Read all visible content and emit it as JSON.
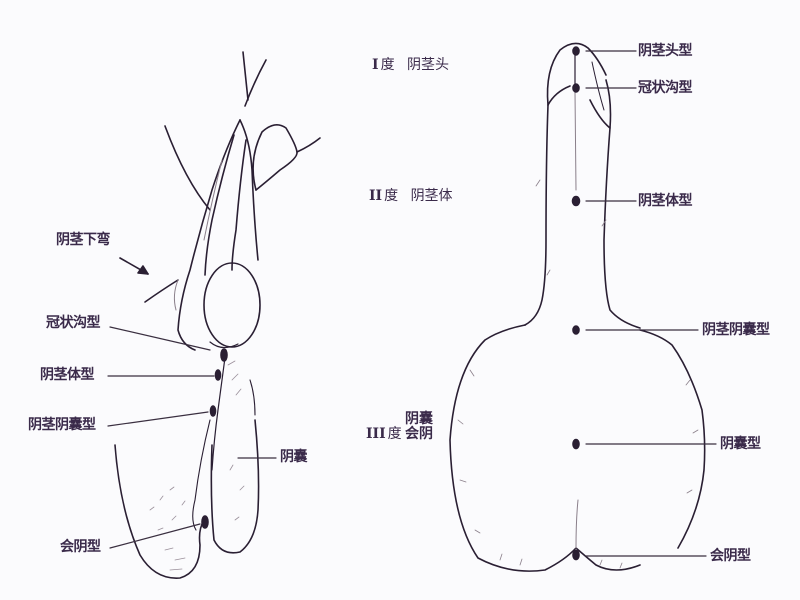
{
  "diagram": {
    "type": "anatomical-classification",
    "colors": {
      "line": "#2a1f33",
      "text": "#3a2a4a",
      "shade": "#b8aeb8",
      "background": "#fbfbfd"
    },
    "left_figure": {
      "labels": {
        "curvature": "阴茎下弯",
        "coronal": "冠状沟型",
        "penile_shaft": "阴茎体型",
        "penoscrotal": "阴茎阴囊型",
        "scrotum": "阴囊",
        "perineal": "会阴型"
      }
    },
    "right_figure": {
      "grades": [
        {
          "num": "I",
          "deg": "度",
          "region": "阴茎头"
        },
        {
          "num": "II",
          "deg": "度",
          "region": "阴茎体"
        },
        {
          "num": "III",
          "deg": "度",
          "region_top": "阴囊",
          "region_bottom": "会阴"
        }
      ],
      "labels": {
        "glandular": "阴茎头型",
        "coronal": "冠状沟型",
        "penile_shaft": "阴茎体型",
        "penoscrotal": "阴茎阴囊型",
        "scrotal": "阴囊型",
        "perineal": "会阴型"
      }
    }
  }
}
